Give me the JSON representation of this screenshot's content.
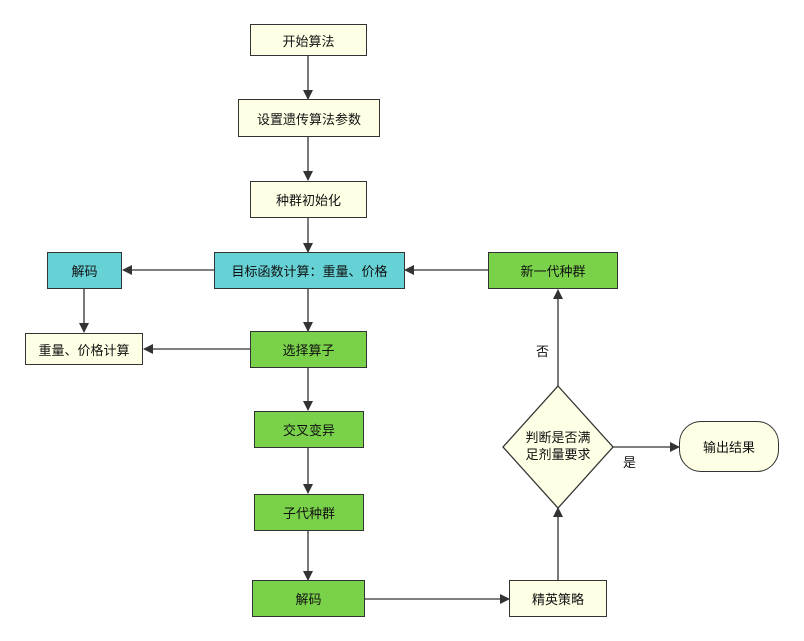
{
  "nodes": {
    "start": "开始算法",
    "set_params": "设置遗传算法参数",
    "init_pop": "种群初始化",
    "objective": "目标函数计算：重量、价格",
    "decode_left": "解码",
    "weight_price_calc": "重量、价格计算",
    "new_pop": "新一代种群",
    "select_op": "选择算子",
    "crossover_mutation": "交叉变异",
    "offspring": "子代种群",
    "decode_bottom": "解码",
    "elite": "精英策略",
    "decision_line1": "判断是否满",
    "decision_line2": "足剂量要求",
    "output": "输出结果"
  },
  "edge_labels": {
    "no": "否",
    "yes": "是"
  },
  "colors": {
    "cream": "#ffffe6",
    "green": "#7ad24a",
    "cyan": "#66d2d6",
    "stroke": "#333333"
  }
}
